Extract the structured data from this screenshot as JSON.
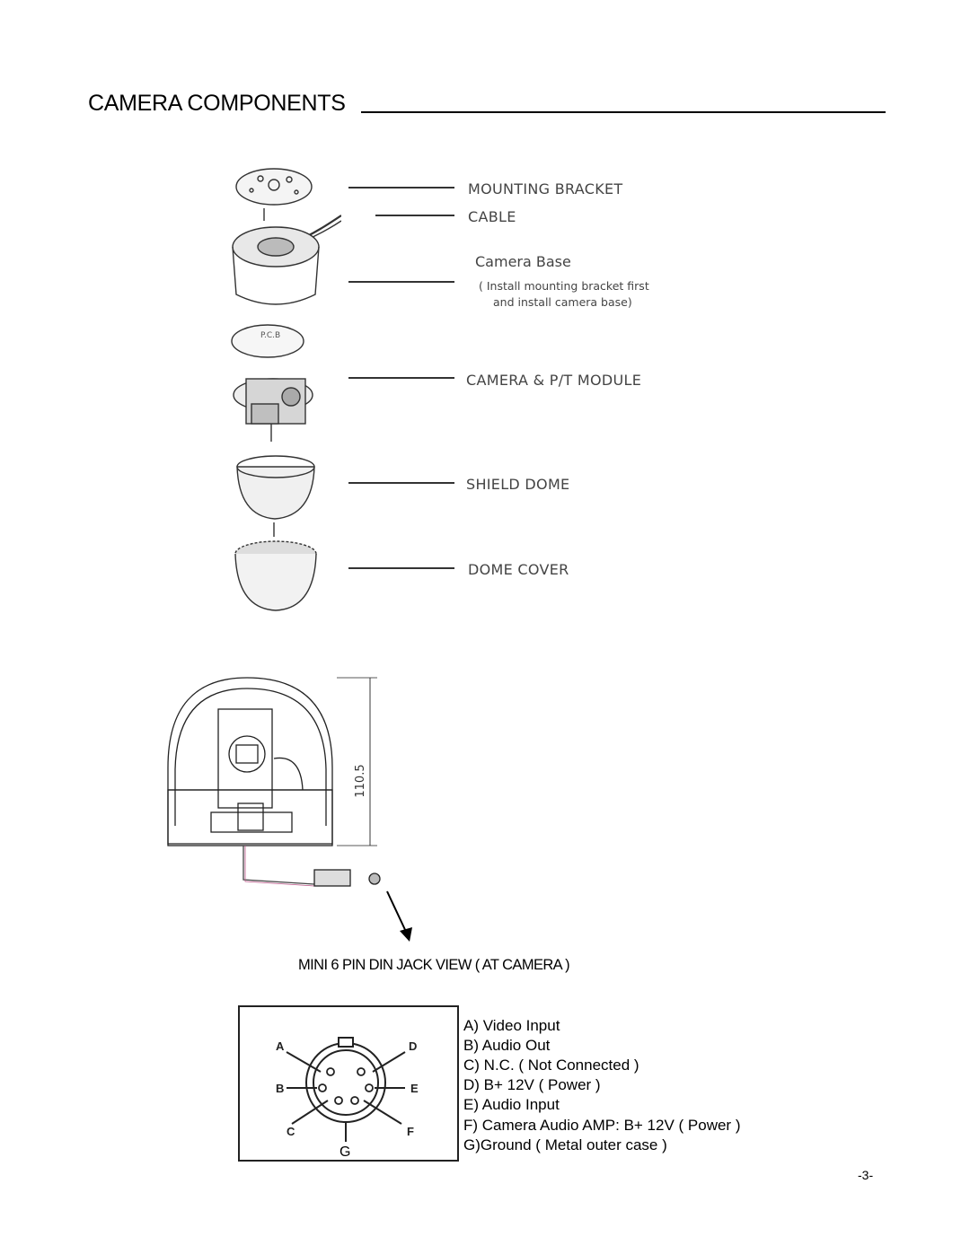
{
  "page_title": "CAMERA COMPONENTS",
  "exploded_view": {
    "pcb_label": "P.C.B",
    "callouts": [
      {
        "id": "mounting-bracket",
        "label": "MOUNTING BRACKET"
      },
      {
        "id": "cable",
        "label": "CABLE"
      },
      {
        "id": "camera-base",
        "label": "Camera Base",
        "note_line1": "( Install mounting bracket first",
        "note_line2": "and  install camera base)"
      },
      {
        "id": "camera-pt-module",
        "label": "CAMERA & P/T MODULE"
      },
      {
        "id": "shield-dome",
        "label": "SHIELD DOME"
      },
      {
        "id": "dome-cover",
        "label": "DOME COVER"
      }
    ]
  },
  "side_view": {
    "dimension_label": "110.5"
  },
  "jack_view": {
    "heading": "MINI 6 PIN DIN JACK VIEW ( AT CAMERA )",
    "pin_letters": {
      "a": "A",
      "b": "B",
      "c": "C",
      "d": "D",
      "e": "E",
      "f": "F",
      "g": "G"
    },
    "legend": [
      "A) Video Input",
      "B) Audio Out",
      "C) N.C. ( Not Connected )",
      "D) B+ 12V ( Power )",
      "E) Audio Input",
      "F) Camera Audio AMP: B+ 12V ( Power )",
      "G)Ground ( Metal outer case )"
    ]
  },
  "page_number": "-3-"
}
